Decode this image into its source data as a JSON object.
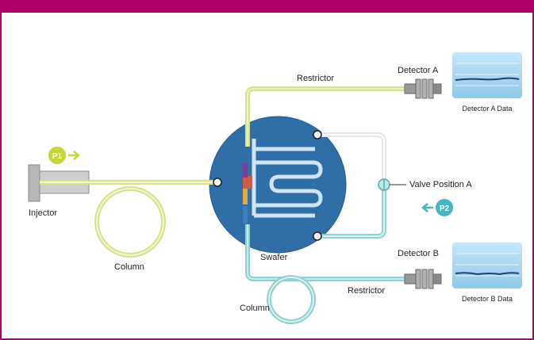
{
  "labels": {
    "injector": "Injector",
    "column_top": "Column",
    "column_bottom": "Column",
    "restrictor_top": "Restrictor",
    "restrictor_bottom": "Restrictor",
    "detector_a": "Detector A",
    "detector_b": "Detector B",
    "detector_a_data": "Detector A Data",
    "detector_b_data": "Detector B Data",
    "swafer": "Swafer",
    "valve_position": "Valve Position A",
    "p1": "P1",
    "p2": "P2"
  },
  "colors": {
    "header_bar": "#b0006a",
    "swafer_disc": "#2f6ea6",
    "yellow_flow": "#d8e08a",
    "cyan_flow": "#8fd0d0",
    "white_flow": "#f2f2f2",
    "p1_badge": "#c6d63a",
    "p2_badge": "#4ab5c2",
    "detector_panel": "#a9d8f2"
  }
}
